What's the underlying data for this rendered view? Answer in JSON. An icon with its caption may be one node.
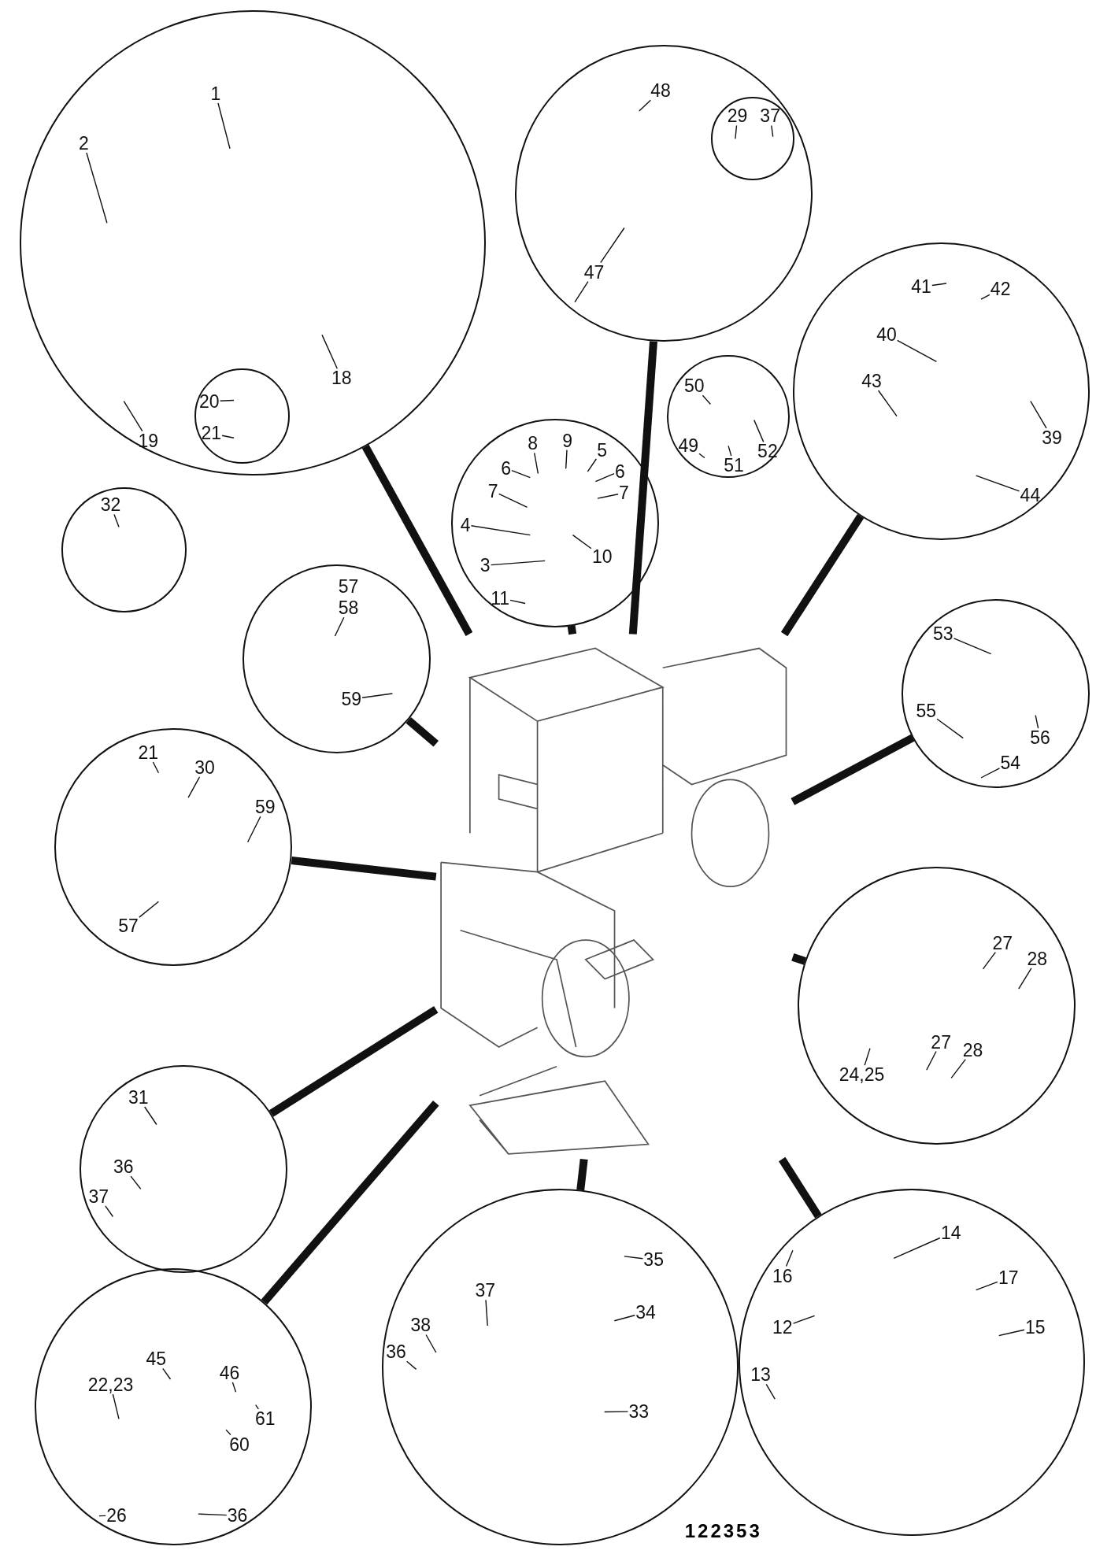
{
  "diagram": {
    "nodes": [
      {
        "text": [],
        "shape": "circle"
      },
      {
        "text": [
          "1"
        ],
        "in": 0
      },
      {
        "text": [
          "2"
        ],
        "in": 0
      },
      {
        "text": [
          "18"
        ],
        "in": 0
      },
      {
        "text": [
          "19"
        ],
        "in": 0
      },
      {
        "text": [],
        "shape": "circle",
        "in": 0
      },
      {
        "text": [
          "20"
        ],
        "in": 5
      },
      {
        "text": [
          "21"
        ],
        "in": 5
      },
      {
        "text": [],
        "shape": "circle"
      },
      {
        "text": [
          "32"
        ],
        "in": 8
      },
      {
        "text": [],
        "shape": "circle"
      },
      {
        "text": [
          "48"
        ],
        "in": 10
      },
      {
        "text": [
          "47"
        ],
        "in": 10
      },
      {
        "text": [],
        "shape": "circle",
        "in": 10
      },
      {
        "text": [
          "29"
        ],
        "in": 13
      },
      {
        "text": [
          "37"
        ],
        "in": 13
      },
      {
        "text": [],
        "shape": "circle"
      },
      {
        "text": [
          "50"
        ],
        "in": 16
      },
      {
        "text": [
          "49"
        ],
        "in": 16
      },
      {
        "text": [
          "51"
        ],
        "in": 16
      },
      {
        "text": [
          "52"
        ],
        "in": 16
      },
      {
        "text": [],
        "shape": "circle"
      },
      {
        "text": [
          "8"
        ],
        "in": 21
      },
      {
        "text": [
          "9"
        ],
        "in": 21
      },
      {
        "text": [
          "5"
        ],
        "in": 21
      },
      {
        "text": [
          "6"
        ],
        "in": 21
      },
      {
        "text": [
          "6"
        ],
        "in": 21
      },
      {
        "text": [
          "7"
        ],
        "in": 21
      },
      {
        "text": [
          "7"
        ],
        "in": 21
      },
      {
        "text": [
          "4"
        ],
        "in": 21
      },
      {
        "text": [
          "10"
        ],
        "in": 21
      },
      {
        "text": [
          "3"
        ],
        "in": 21
      },
      {
        "text": [
          "11"
        ],
        "in": 21
      },
      {
        "text": [],
        "shape": "circle"
      },
      {
        "text": [
          "41"
        ],
        "in": 33
      },
      {
        "text": [
          "42"
        ],
        "in": 33
      },
      {
        "text": [
          "40"
        ],
        "in": 33
      },
      {
        "text": [
          "43"
        ],
        "in": 33
      },
      {
        "text": [
          "39"
        ],
        "in": 33
      },
      {
        "text": [
          "44"
        ],
        "in": 33
      },
      {
        "text": [],
        "shape": "circle"
      },
      {
        "text": [
          "57"
        ],
        "in": 40
      },
      {
        "text": [
          "58"
        ],
        "in": 40
      },
      {
        "text": [
          "59"
        ],
        "in": 40
      },
      {
        "text": [],
        "shape": "circle"
      },
      {
        "text": [
          "53"
        ],
        "in": 44
      },
      {
        "text": [
          "55"
        ],
        "in": 44
      },
      {
        "text": [
          "56"
        ],
        "in": 44
      },
      {
        "text": [
          "54"
        ],
        "in": 44
      },
      {
        "text": [],
        "shape": "circle"
      },
      {
        "text": [
          "21"
        ],
        "in": 49
      },
      {
        "text": [
          "30"
        ],
        "in": 49
      },
      {
        "text": [
          "59"
        ],
        "in": 49
      },
      {
        "text": [
          "57"
        ],
        "in": 49
      },
      {
        "text": [],
        "shape": "circle"
      },
      {
        "text": [
          "27"
        ],
        "in": 54
      },
      {
        "text": [
          "28"
        ],
        "in": 54
      },
      {
        "text": [
          "27"
        ],
        "in": 54
      },
      {
        "text": [
          "28"
        ],
        "in": 54
      },
      {
        "text": [
          "24,25"
        ],
        "in": 54
      },
      {
        "text": [],
        "shape": "circle"
      },
      {
        "text": [
          "31"
        ],
        "in": 60
      },
      {
        "text": [
          "36"
        ],
        "in": 60
      },
      {
        "text": [
          "37"
        ],
        "in": 60
      },
      {
        "text": [],
        "shape": "circle"
      },
      {
        "text": [
          "35"
        ],
        "in": 64
      },
      {
        "text": [
          "37"
        ],
        "in": 64
      },
      {
        "text": [
          "34"
        ],
        "in": 64
      },
      {
        "text": [
          "38"
        ],
        "in": 64
      },
      {
        "text": [
          "36"
        ],
        "in": 64
      },
      {
        "text": [
          "33"
        ],
        "in": 64
      },
      {
        "text": [],
        "shape": "circle"
      },
      {
        "text": [
          "16"
        ],
        "in": 71
      },
      {
        "text": [
          "14"
        ],
        "in": 71
      },
      {
        "text": [
          "17"
        ],
        "in": 71
      },
      {
        "text": [
          "12"
        ],
        "in": 71
      },
      {
        "text": [
          "15"
        ],
        "in": 71
      },
      {
        "text": [
          "13"
        ],
        "in": 71
      },
      {
        "text": [],
        "shape": "circle"
      },
      {
        "text": [
          "22,23"
        ],
        "in": 78
      },
      {
        "text": [
          "45"
        ],
        "in": 78
      },
      {
        "text": [
          "46"
        ],
        "in": 78
      },
      {
        "text": [
          "61"
        ],
        "in": 78
      },
      {
        "text": [
          "60"
        ],
        "in": 78
      },
      {
        "text": [
          "26"
        ],
        "in": 78
      },
      {
        "text": [
          "36"
        ],
        "in": 78
      },
      {
        "text": [],
        "shape": "picture"
      }
    ],
    "edges": [
      {
        "from": 1,
        "to": null,
        "arrow": "none"
      },
      {
        "from": 2,
        "to": null,
        "arrow": "none"
      },
      {
        "from": 3,
        "to": null,
        "arrow": "none"
      },
      {
        "from": 4,
        "to": null,
        "arrow": "none"
      },
      {
        "from": 6,
        "to": null,
        "arrow": "none"
      },
      {
        "from": 7,
        "to": null,
        "arrow": "none"
      },
      {
        "from": 9,
        "to": null,
        "arrow": "none"
      },
      {
        "from": 11,
        "to": null,
        "arrow": "none"
      },
      {
        "from": 12,
        "to": null,
        "arrow": "none"
      },
      {
        "from": 12,
        "to": null,
        "arrow": "none"
      },
      {
        "from": 14,
        "to": null,
        "arrow": "none"
      },
      {
        "from": 15,
        "to": null,
        "arrow": "none"
      },
      {
        "from": 17,
        "to": null,
        "arrow": "none"
      },
      {
        "from": 18,
        "to": null,
        "arrow": "none"
      },
      {
        "from": 19,
        "to": null,
        "arrow": "none"
      },
      {
        "from": 20,
        "to": null,
        "arrow": "none"
      },
      {
        "from": 22,
        "to": null,
        "arrow": "none"
      },
      {
        "from": 23,
        "to": null,
        "arrow": "none"
      },
      {
        "from": 24,
        "to": null,
        "arrow": "none"
      },
      {
        "from": 25,
        "to": null,
        "arrow": "none"
      },
      {
        "from": 26,
        "to": null,
        "arrow": "none"
      },
      {
        "from": 27,
        "to": null,
        "arrow": "none"
      },
      {
        "from": 28,
        "to": null,
        "arrow": "none"
      },
      {
        "from": 29,
        "to": null,
        "arrow": "none"
      },
      {
        "from": 30,
        "to": null,
        "arrow": "none"
      },
      {
        "from": 31,
        "to": null,
        "arrow": "none"
      },
      {
        "from": 32,
        "to": null,
        "arrow": "none"
      },
      {
        "from": 34,
        "to": null,
        "arrow": "none"
      },
      {
        "from": 35,
        "to": null,
        "arrow": "none"
      },
      {
        "from": 36,
        "to": null,
        "arrow": "none"
      },
      {
        "from": 37,
        "to": null,
        "arrow": "none"
      },
      {
        "from": 38,
        "to": null,
        "arrow": "none"
      },
      {
        "from": 39,
        "to": null,
        "arrow": "none"
      },
      {
        "from": 42,
        "to": null,
        "arrow": "none"
      },
      {
        "from": 43,
        "to": null,
        "arrow": "none"
      },
      {
        "from": 45,
        "to": null,
        "arrow": "none"
      },
      {
        "from": 46,
        "to": null,
        "arrow": "none"
      },
      {
        "from": 47,
        "to": null,
        "arrow": "none"
      },
      {
        "from": 48,
        "to": null,
        "arrow": "none"
      },
      {
        "from": 50,
        "to": null,
        "arrow": "none"
      },
      {
        "from": 51,
        "to": null,
        "arrow": "none"
      },
      {
        "from": 52,
        "to": null,
        "arrow": "none"
      },
      {
        "from": 53,
        "to": null,
        "arrow": "none"
      },
      {
        "from": 55,
        "to": null,
        "arrow": "none"
      },
      {
        "from": 56,
        "to": null,
        "arrow": "none"
      },
      {
        "from": 57,
        "to": null,
        "arrow": "none"
      },
      {
        "from": 58,
        "to": null,
        "arrow": "none"
      },
      {
        "from": 59,
        "to": null,
        "arrow": "none"
      },
      {
        "from": 61,
        "to": null,
        "arrow": "none"
      },
      {
        "from": 62,
        "to": null,
        "arrow": "none"
      },
      {
        "from": 63,
        "to": null,
        "arrow": "none"
      },
      {
        "from": 65,
        "to": null,
        "arrow": "none"
      },
      {
        "from": 66,
        "to": null,
        "arrow": "none"
      },
      {
        "from": 67,
        "to": null,
        "arrow": "none"
      },
      {
        "from": 68,
        "to": null,
        "arrow": "none"
      },
      {
        "from": 69,
        "to": null,
        "arrow": "none"
      },
      {
        "from": 70,
        "to": null,
        "arrow": "none"
      },
      {
        "from": 72,
        "to": null,
        "arrow": "none"
      },
      {
        "from": 73,
        "to": null,
        "arrow": "none"
      },
      {
        "from": 74,
        "to": null,
        "arrow": "none"
      },
      {
        "from": 75,
        "to": null,
        "arrow": "none"
      },
      {
        "from": 76,
        "to": null,
        "arrow": "none"
      },
      {
        "from": 77,
        "to": null,
        "arrow": "none"
      },
      {
        "from": 79,
        "to": null,
        "arrow": "none"
      },
      {
        "from": 80,
        "to": null,
        "arrow": "none"
      },
      {
        "from": 81,
        "to": null,
        "arrow": "none"
      },
      {
        "from": 82,
        "to": null,
        "arrow": "none"
      },
      {
        "from": 83,
        "to": null,
        "arrow": "none"
      },
      {
        "from": 84,
        "to": null,
        "arrow": "none"
      },
      {
        "from": 85,
        "to": null,
        "arrow": "none"
      },
      {
        "from": 0,
        "to": 86,
        "arrow": "none",
        "style": "thick"
      },
      {
        "from": 10,
        "to": 86,
        "arrow": "none",
        "style": "thick"
      },
      {
        "from": 21,
        "to": 86,
        "arrow": "none",
        "style": "thick"
      },
      {
        "from": 33,
        "to": 86,
        "arrow": "none",
        "style": "thick"
      },
      {
        "from": 40,
        "to": 86,
        "arrow": "none",
        "style": "thick"
      },
      {
        "from": 44,
        "to": 86,
        "arrow": "none",
        "style": "thick"
      },
      {
        "from": 49,
        "to": 86,
        "arrow": "none",
        "style": "thick"
      },
      {
        "from": 54,
        "to": 86,
        "arrow": "none",
        "style": "thick"
      },
      {
        "from": 60,
        "to": 86,
        "arrow": "none",
        "style": "thick"
      },
      {
        "from": 64,
        "to": 86,
        "arrow": "none",
        "style": "thick"
      },
      {
        "from": 71,
        "to": 86,
        "arrow": "none",
        "style": "thick"
      },
      {
        "from": 78,
        "to": 86,
        "arrow": "none",
        "style": "thick"
      }
    ],
    "labels": [
      "122353"
    ]
  }
}
